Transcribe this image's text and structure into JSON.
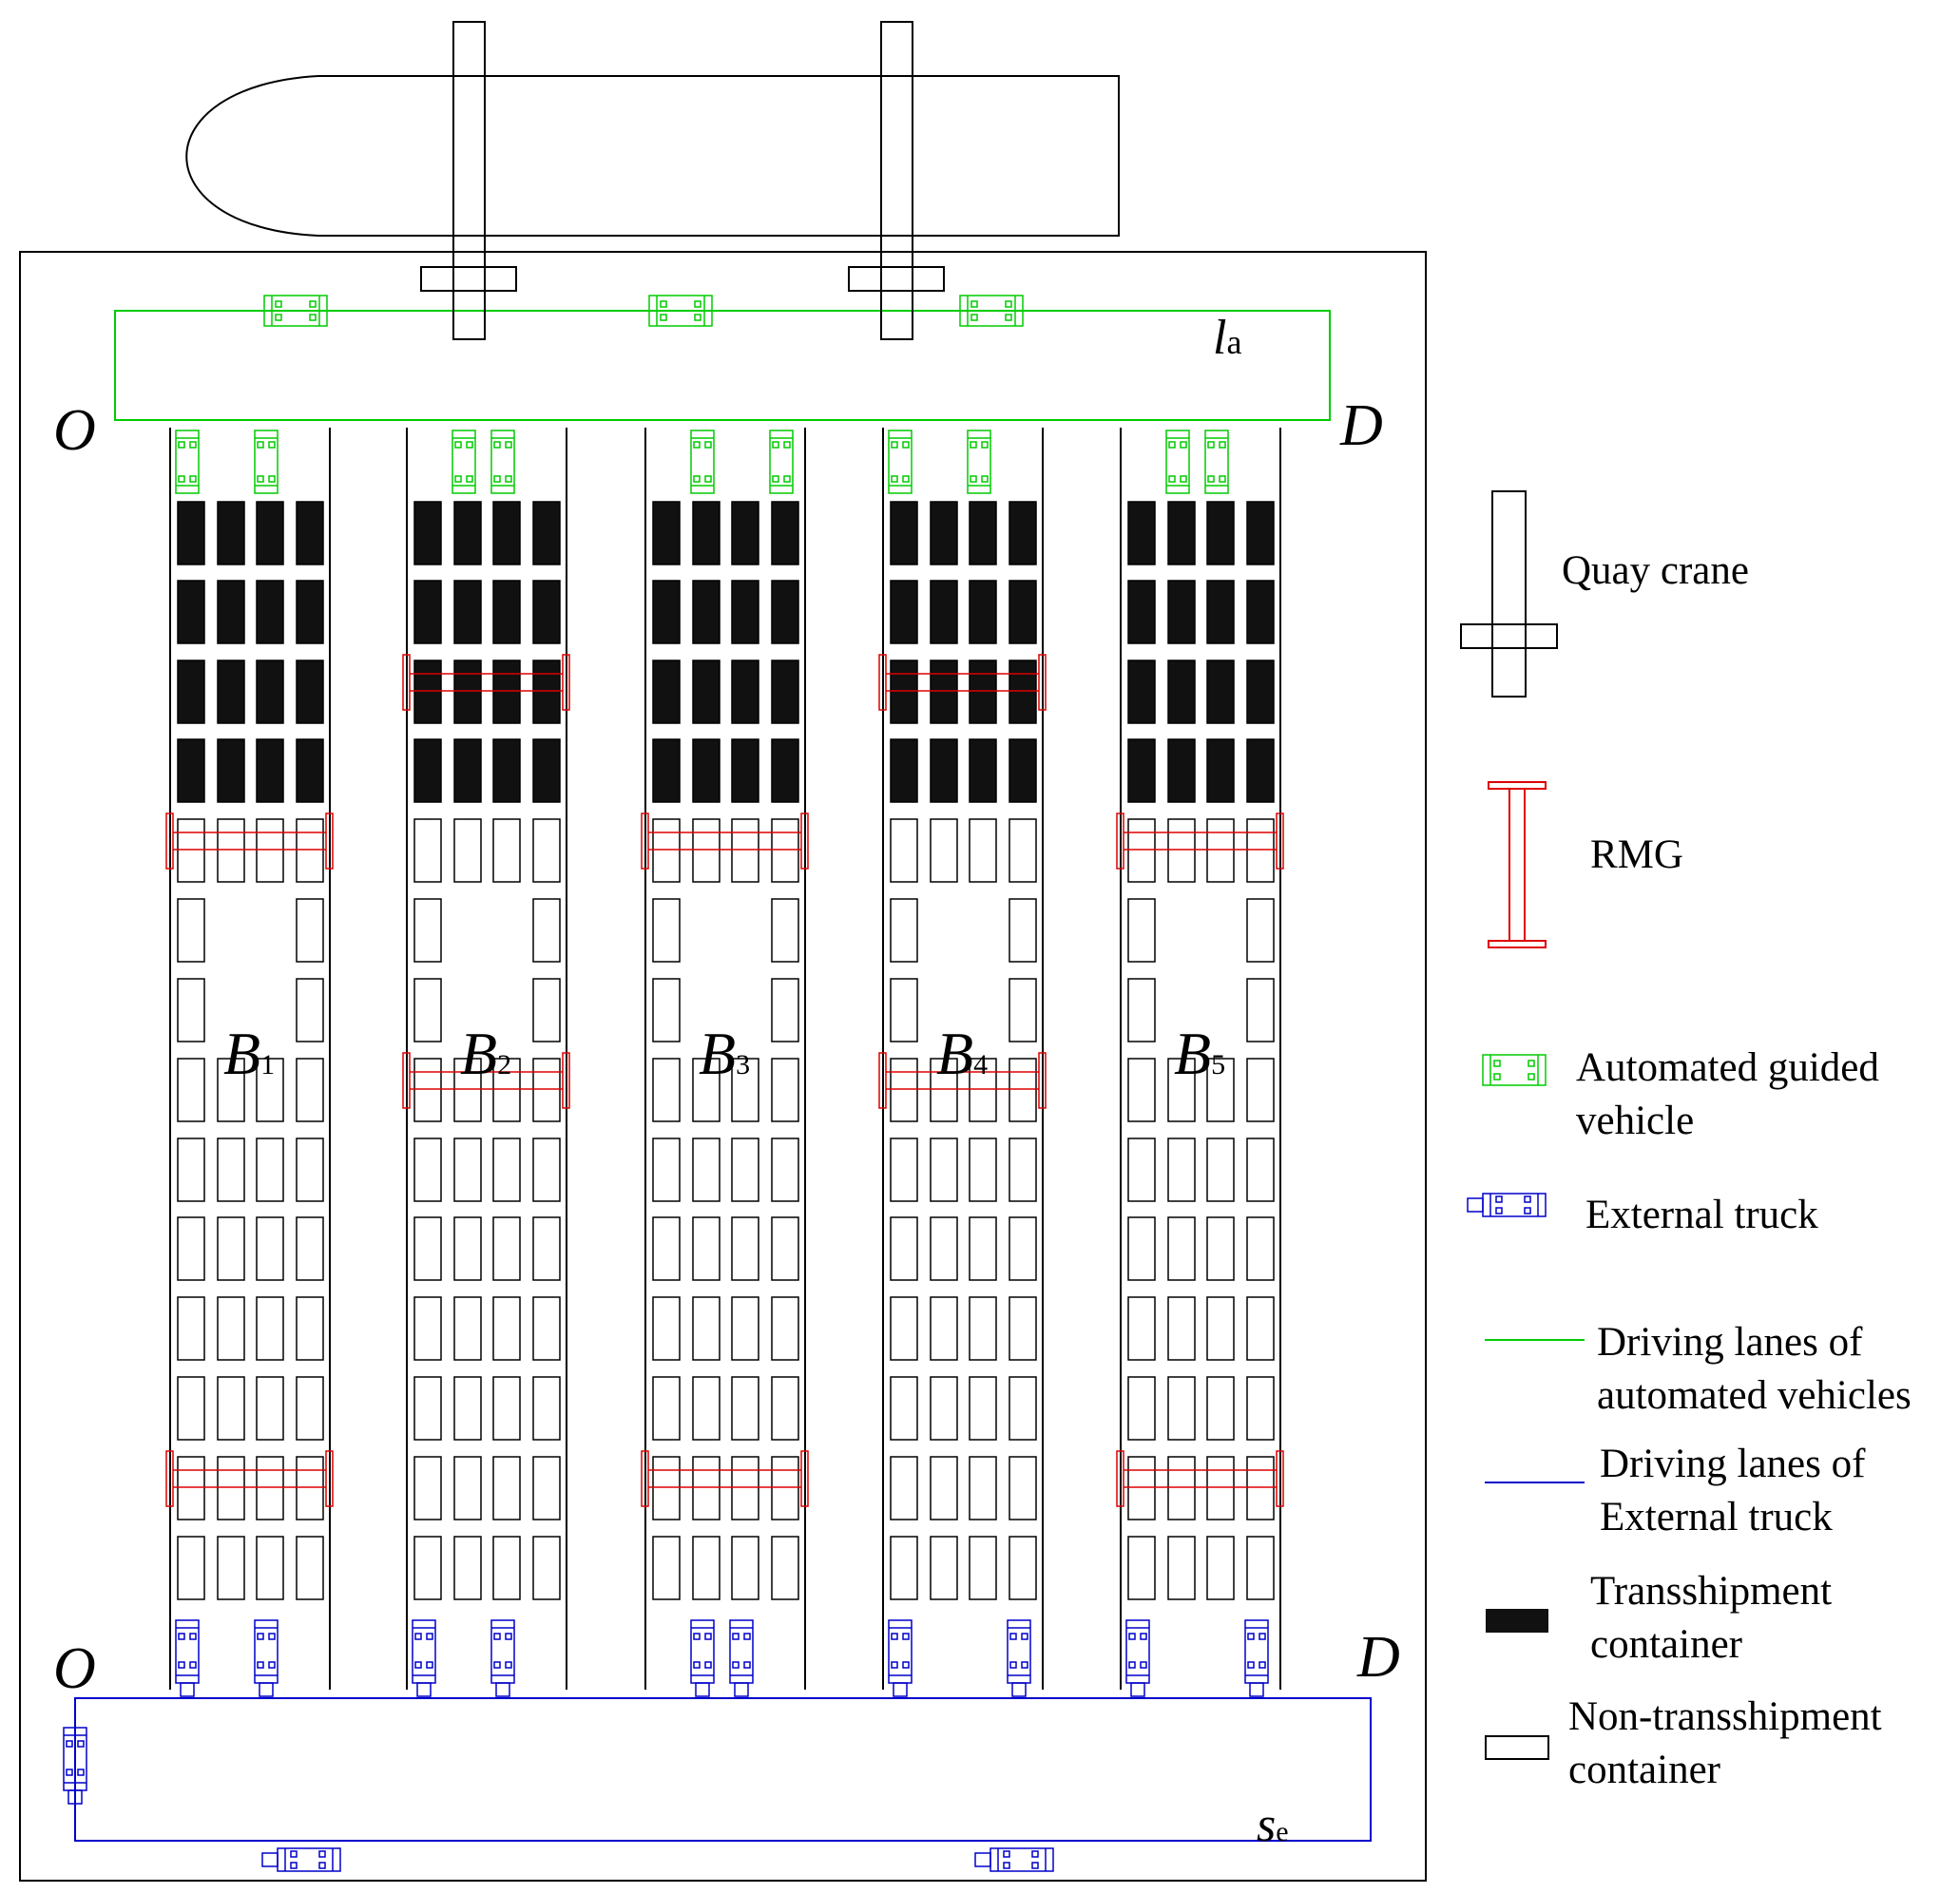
{
  "colors": {
    "line": "#000000",
    "agv": "#00cc00",
    "truck": "#0000cc",
    "rmg": "#dd0000",
    "transshipment": "#111111",
    "background": "#ffffff"
  },
  "diagram": {
    "blocks": [
      {
        "label": "B",
        "index": "1"
      },
      {
        "label": "B",
        "index": "2"
      },
      {
        "label": "B",
        "index": "3"
      },
      {
        "label": "B",
        "index": "4"
      },
      {
        "label": "B",
        "index": "5"
      }
    ],
    "agv_lane_label": "l",
    "agv_lane_sub": "a",
    "truck_lane_label": "s",
    "truck_lane_sub": "e",
    "origin_top": "O",
    "dest_top": "D",
    "origin_bottom": "O",
    "dest_bottom": "D"
  },
  "legend": {
    "quay_crane": "Quay crane",
    "rmg": "RMG",
    "agv_line1": "Automated guided",
    "agv_line2": "vehicle",
    "truck": "External truck",
    "agv_lanes_line1": "Driving lanes of",
    "agv_lanes_line2": "automated vehicles",
    "truck_lanes_line1": "Driving lanes of",
    "truck_lanes_line2": "External truck",
    "trans_line1": "Transshipment",
    "trans_line2": "container",
    "nontrans_line1": "Non-transshipment",
    "nontrans_line2": "container"
  }
}
